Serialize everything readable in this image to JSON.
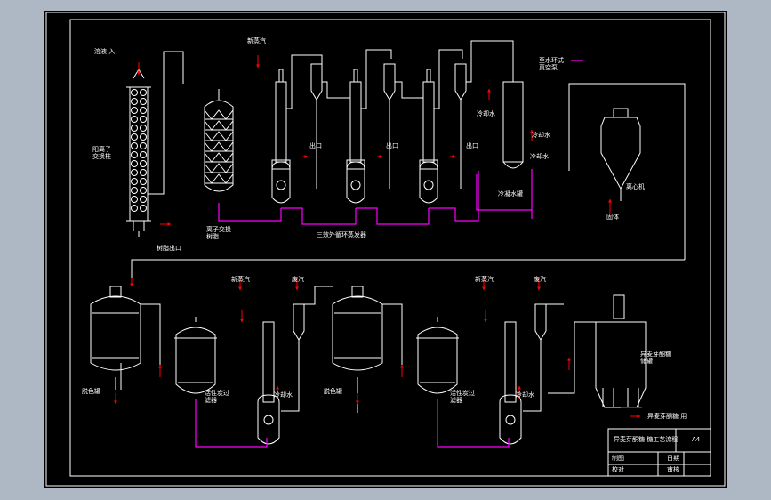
{
  "colors": {
    "background": "#aeb8c4",
    "sheet": "#000000",
    "equipment_line": "#ffffff",
    "process_line": "#ff00ff",
    "flow_arrow": "#ff0000"
  },
  "labels": {
    "feed_in": "溶液 入",
    "steam_1": "新蒸汽",
    "vacuum": "至水环式\n真空泵",
    "cooling_water_a": "冷却水",
    "cooling_water_b": "冷却水",
    "cooling_water_out": "冷却水",
    "condensate_tank": "冷凝水罐",
    "ion_column": "阳离子\n交换柱",
    "resin_out": "树脂出口",
    "ion_exchange_resin": "离子交换\n树脂",
    "triple_effect": "三效外循环蒸发器",
    "centrifuge": "离心机",
    "solids_out": "固体",
    "outlet_1": "出口",
    "outlet_2": "出口",
    "outlet_3": "出口",
    "steam_2": "新蒸汽",
    "waste_gas_1": "废汽",
    "decolor_tank_1": "脱色罐",
    "carbon_filter_1": "活性炭过\n滤器",
    "cooling_water_2": "冷却水",
    "decolor_tank_2": "脱色罐",
    "carbon_filter_2": "活性炭过\n滤器",
    "steam_3": "新蒸汽",
    "waste_gas_2": "废汽",
    "cooling_water_3": "冷却水",
    "storage_tank": "异麦芽酮糖\n储罐",
    "product": "异麦芽酮糖 用"
  },
  "title_block": {
    "title": "异麦芽酮糖 糖工艺流程",
    "sheet_code": "A4",
    "drawn_label": "制图",
    "date_label": "日期",
    "check_label": "校对",
    "review_label": "审核"
  }
}
